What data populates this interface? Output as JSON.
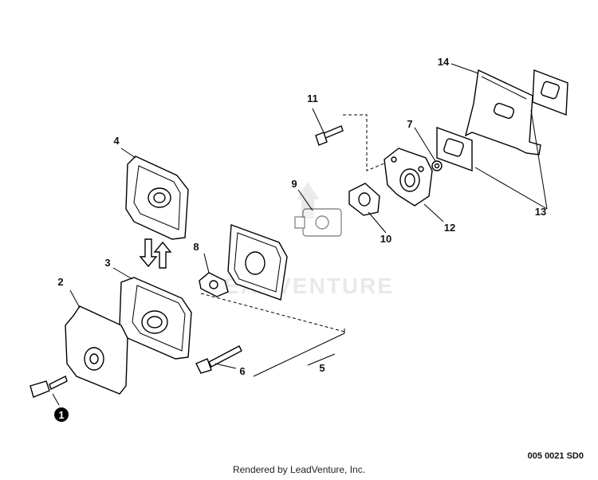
{
  "diagram": {
    "watermark": "LEADVENTURE",
    "labels": {
      "p1": "1",
      "p2": "2",
      "p3": "3",
      "p4": "4",
      "p5": "5",
      "p6": "6",
      "p7": "7",
      "p8": "8",
      "p9": "9",
      "p10": "10",
      "p11": "11",
      "p12": "12",
      "p13": "13",
      "p14": "14"
    },
    "drawing_code": "005 0021 SD0",
    "footer": "Rendered by LeadVenture, Inc."
  }
}
